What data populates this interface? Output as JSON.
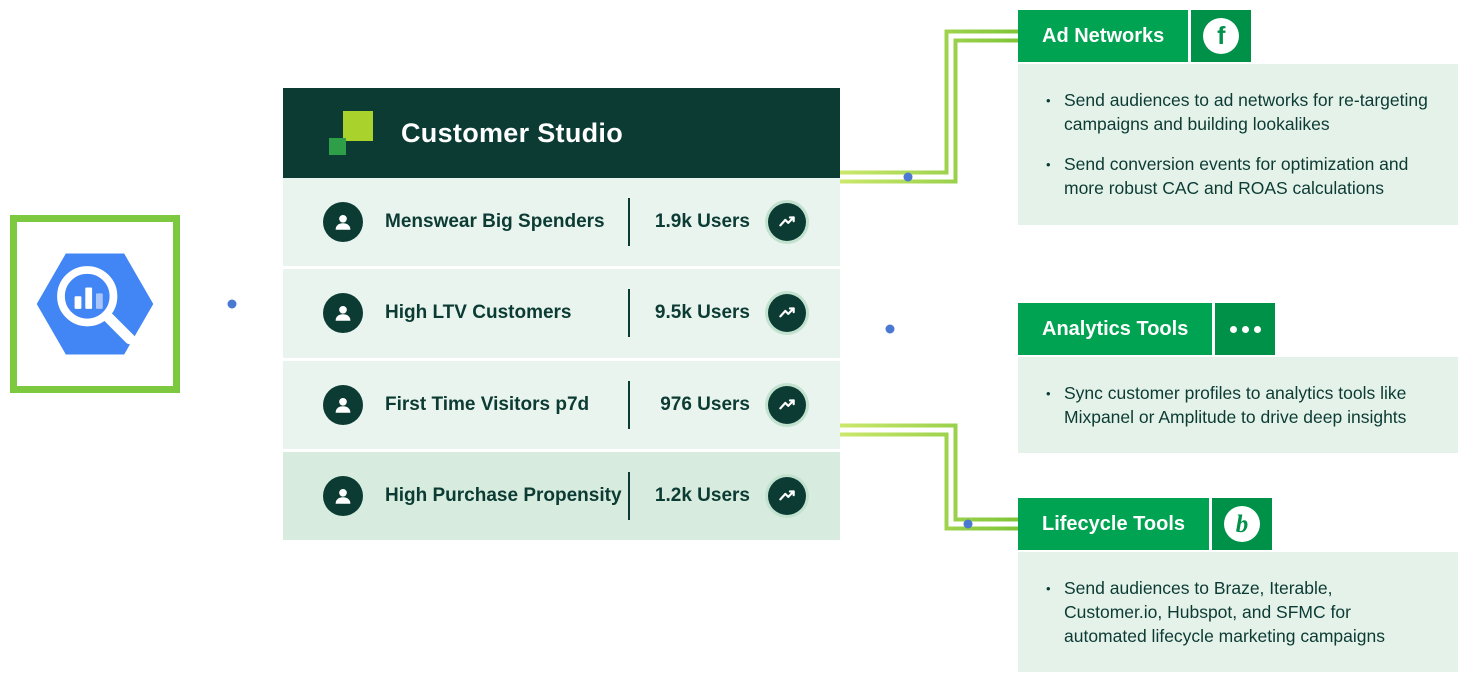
{
  "source": {
    "icon": "bigquery-logo"
  },
  "studio": {
    "title": "Customer Studio",
    "logo_icon": "customer-studio-logo",
    "row_icon": "audience-icon",
    "trend_icon": "trend-up-icon",
    "rows": [
      {
        "label": "Menswear Big Spenders",
        "users": "1.9k Users"
      },
      {
        "label": "High LTV Customers",
        "users": "9.5k Users"
      },
      {
        "label": "First Time Visitors p7d",
        "users": "976 Users"
      },
      {
        "label": "High Purchase Propensity",
        "users": "1.2k Users"
      }
    ]
  },
  "destinations": [
    {
      "title": "Ad Networks",
      "icon": "facebook-icon",
      "icon_glyph": "f",
      "bullets": [
        "Send audiences to ad networks for re-targeting campaigns and building lookalikes",
        "Send conversion events for optimization and more robust CAC and ROAS calculations"
      ]
    },
    {
      "title": "Analytics Tools",
      "icon": "more-tools-icon",
      "bullets": [
        "Sync customer profiles to analytics tools like Mixpanel or Amplitude to drive deep insights"
      ]
    },
    {
      "title": "Lifecycle Tools",
      "icon": "braze-icon",
      "icon_glyph": "b",
      "bullets": [
        "Send audiences to Braze, Iterable, Customer.io, Hubspot, and SFMC for automated lifecycle marketing campaigns"
      ]
    }
  ],
  "colors": {
    "dark_teal": "#0B3B33",
    "header_green": "#00A351",
    "icon_square_green": "#009149",
    "pipe_green": "#7FC437",
    "pipe_light": "#CDE96E",
    "border_green": "#7CC83E",
    "content_bg": "#E5F2EA",
    "row_bg": "#E9F4EE",
    "row_bg_alt": "#D7EBDE",
    "dot_blue": "#4B79D2",
    "bigquery_blue": "#4285F4",
    "logo_lime": "#A9D32C",
    "logo_green": "#2E9E49"
  }
}
